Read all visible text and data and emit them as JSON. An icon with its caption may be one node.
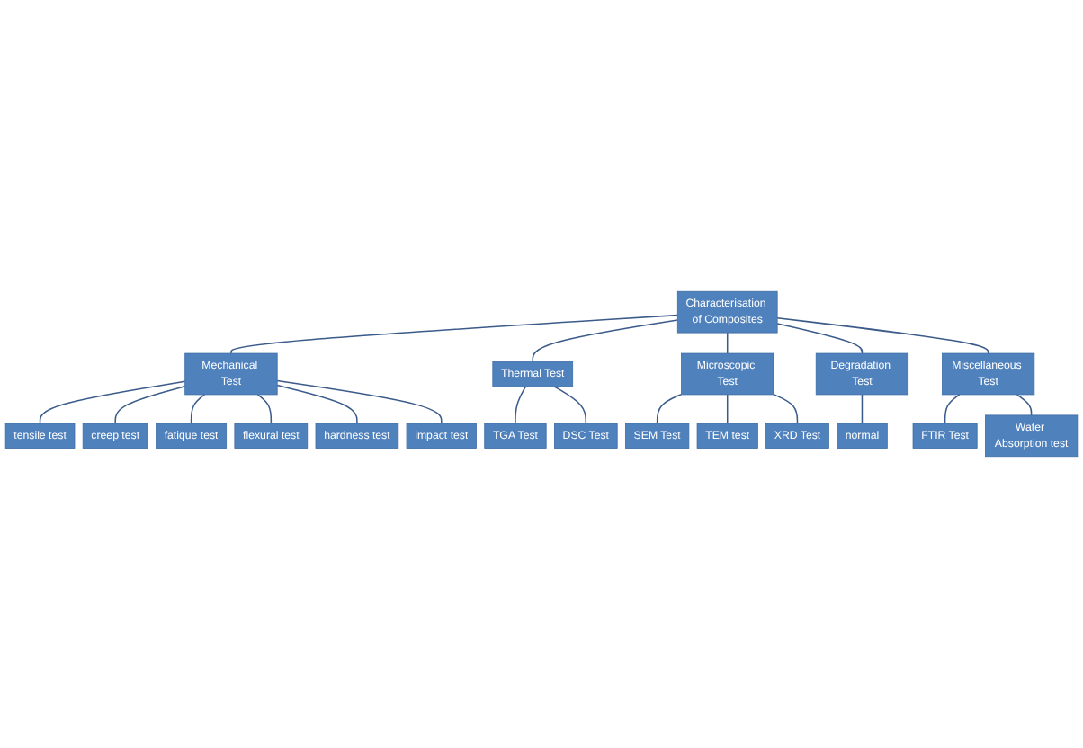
{
  "diagram": {
    "nodes": [
      {
        "text": [
          "Characterisation of Composites"
        ]
      },
      {
        "text": [
          "Mechanical Test"
        ]
      },
      {
        "text": [
          "Thermal Test"
        ]
      },
      {
        "text": [
          "Microscopic Test"
        ]
      },
      {
        "text": [
          "Degradation Test"
        ]
      },
      {
        "text": [
          "Miscellaneous Test"
        ]
      },
      {
        "text": [
          "tensile test"
        ]
      },
      {
        "text": [
          "creep test"
        ]
      },
      {
        "text": [
          "fatique test"
        ]
      },
      {
        "text": [
          "flexural test"
        ]
      },
      {
        "text": [
          "hardness test"
        ]
      },
      {
        "text": [
          "impact test"
        ]
      },
      {
        "text": [
          "TGA Test"
        ]
      },
      {
        "text": [
          "DSC Test"
        ]
      },
      {
        "text": [
          "SEM Test"
        ]
      },
      {
        "text": [
          "TEM test"
        ]
      },
      {
        "text": [
          "XRD Test"
        ]
      },
      {
        "text": [
          "normal"
        ]
      },
      {
        "text": [
          "FTIR Test"
        ]
      },
      {
        "text": [
          "Water Absorption test"
        ]
      }
    ],
    "edges": [
      {
        "from": 0,
        "to": 1,
        "arrow": "none"
      },
      {
        "from": 0,
        "to": 2,
        "arrow": "none"
      },
      {
        "from": 0,
        "to": 3,
        "arrow": "none"
      },
      {
        "from": 0,
        "to": 4,
        "arrow": "none"
      },
      {
        "from": 0,
        "to": 5,
        "arrow": "none"
      },
      {
        "from": 1,
        "to": 6,
        "arrow": "none"
      },
      {
        "from": 1,
        "to": 7,
        "arrow": "none"
      },
      {
        "from": 1,
        "to": 8,
        "arrow": "none"
      },
      {
        "from": 1,
        "to": 9,
        "arrow": "none"
      },
      {
        "from": 1,
        "to": 10,
        "arrow": "none"
      },
      {
        "from": 1,
        "to": 11,
        "arrow": "none"
      },
      {
        "from": 2,
        "to": 12,
        "arrow": "none"
      },
      {
        "from": 2,
        "to": 13,
        "arrow": "none"
      },
      {
        "from": 3,
        "to": 14,
        "arrow": "none"
      },
      {
        "from": 3,
        "to": 15,
        "arrow": "none"
      },
      {
        "from": 3,
        "to": 16,
        "arrow": "none"
      },
      {
        "from": 4,
        "to": 17,
        "arrow": "none"
      },
      {
        "from": 5,
        "to": 18,
        "arrow": "none"
      },
      {
        "from": 5,
        "to": 19,
        "arrow": "none"
      }
    ]
  }
}
